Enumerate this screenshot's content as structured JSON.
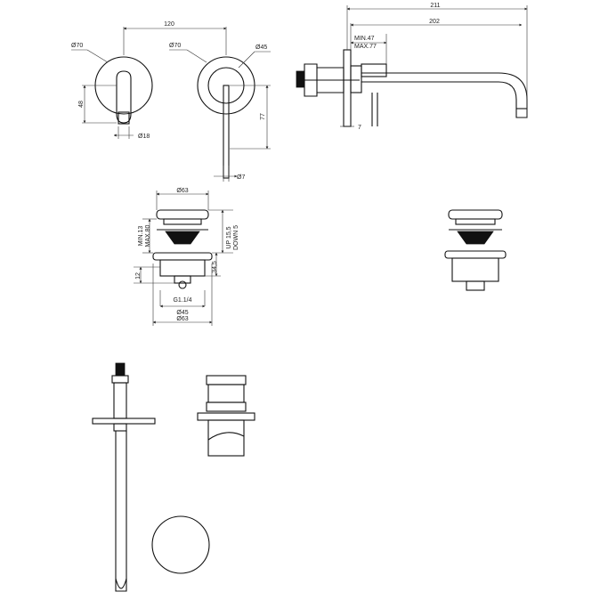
{
  "views": {
    "front_view": {
      "d_handle_plate": "Ø70",
      "d_lever_plate": "Ø70",
      "d_lever_hub": "Ø45",
      "d_spout": "Ø18",
      "d_lever": "Ø7",
      "centers": "120",
      "h_spout": "48",
      "lever_length": "77"
    },
    "side_view": {
      "total_length": "211",
      "spout_reach": "202",
      "wall_min": "MIN.47",
      "wall_max": "MAX.77",
      "plate_thickness": "7"
    },
    "waste_valve": {
      "d_cap_top": "Ø63",
      "min_height": "MIN.13",
      "max_height": "MAX.80",
      "up_travel": "UP 15,5",
      "down_travel": "DOWN 5",
      "body_height": "34,5",
      "thread_height": "12",
      "thread": "G1.1/4",
      "d_body": "Ø45",
      "d_flange": "Ø63"
    }
  },
  "colors": {
    "line": "#111111",
    "background": "#ffffff"
  }
}
